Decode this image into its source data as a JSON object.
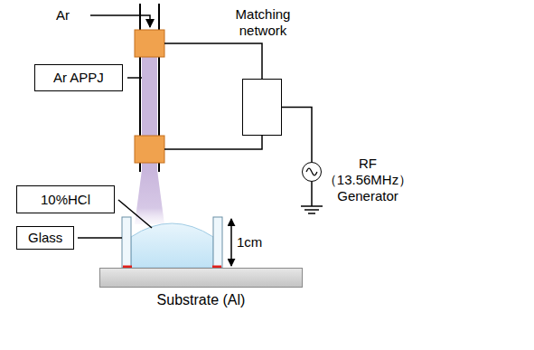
{
  "diagram": {
    "nodes": [
      {
        "text": [
          "Ar APPJ"
        ]
      },
      {
        "text": [
          "Matching network"
        ]
      },
      {
        "text": [
          "RF （13.56MHz） Generator"
        ]
      },
      {
        "text": [
          "10%HCl"
        ]
      },
      {
        "text": [
          "Glass"
        ]
      },
      {
        "text": [
          "Substrate (Al)"
        ]
      }
    ],
    "edges": [
      {
        "from": 1,
        "to": 2,
        "arrow": "none"
      }
    ],
    "labels": [
      "Ar",
      "1cm"
    ]
  }
}
